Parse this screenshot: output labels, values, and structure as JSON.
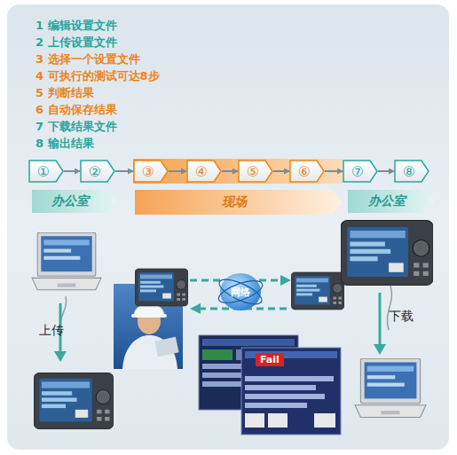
{
  "diagram": {
    "nodes": [
      {
        "text": [
          "①"
        ]
      },
      {
        "text": [
          "②"
        ]
      },
      {
        "text": [
          "③"
        ]
      },
      {
        "text": [
          "④"
        ]
      },
      {
        "text": [
          "⑤"
        ]
      },
      {
        "text": [
          "⑥"
        ]
      },
      {
        "text": [
          "⑦"
        ]
      },
      {
        "text": [
          "⑧"
        ]
      },
      {
        "text": [
          "办公室"
        ]
      },
      {
        "text": [
          "现场"
        ]
      },
      {
        "text": [
          "办公室"
        ]
      },
      {
        "text": [
          "网络"
        ]
      }
    ],
    "edges": [
      {
        "from": 0,
        "to": 1,
        "arrow": "to"
      },
      {
        "from": 1,
        "to": 2,
        "arrow": "to"
      },
      {
        "from": 2,
        "to": 3,
        "arrow": "to"
      },
      {
        "from": 3,
        "to": 4,
        "arrow": "to"
      },
      {
        "from": 4,
        "to": 5,
        "arrow": "to"
      },
      {
        "from": 5,
        "to": 6,
        "arrow": "to"
      },
      {
        "from": 6,
        "to": 7,
        "arrow": "to"
      }
    ],
    "labels": [
      "1 编辑设置文件",
      "2 上传设置文件",
      "3 选择一个设置文件",
      "4 可执行的测试可达8步",
      "5 判断结果",
      "6 自动保存结果",
      "7 下载结果文件",
      "8 输出结果",
      "上传",
      "下载",
      "Fail"
    ]
  }
}
